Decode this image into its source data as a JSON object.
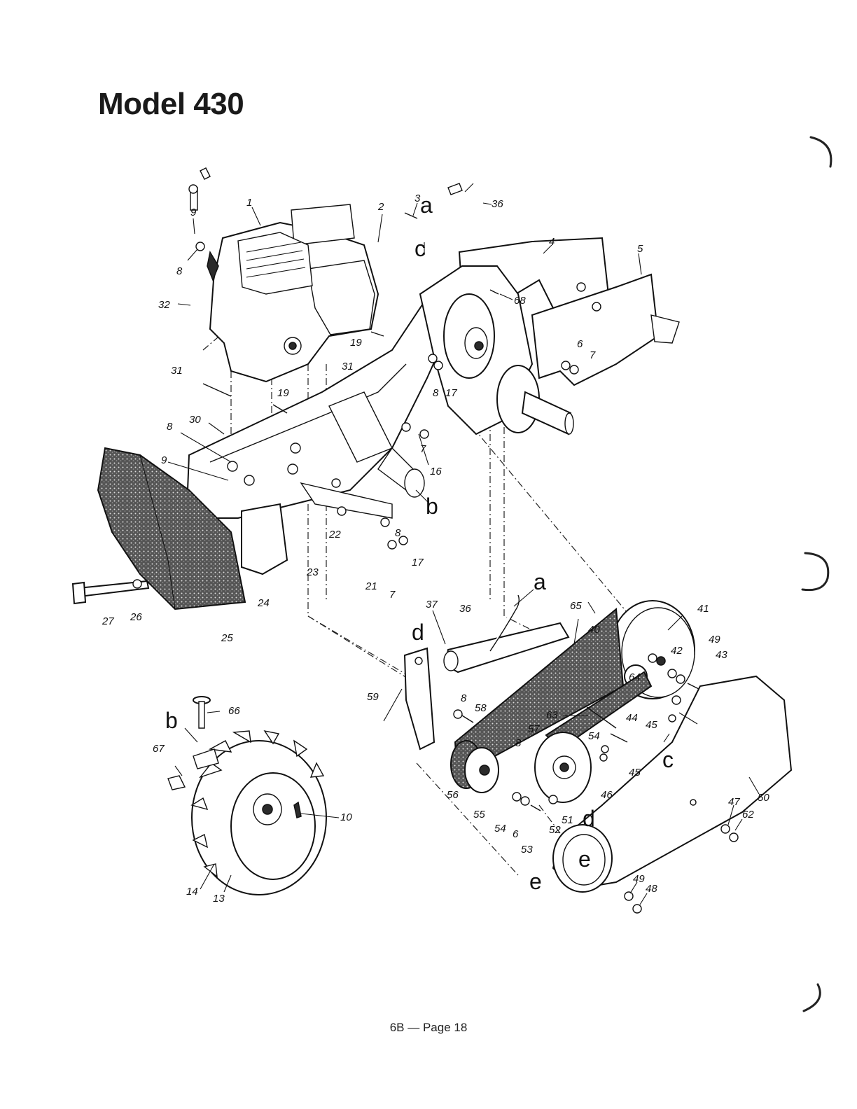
{
  "page": {
    "title": "Model 430",
    "footer": "6B — Page 18"
  },
  "callouts": [
    {
      "id": "1",
      "text": "1"
    },
    {
      "id": "2",
      "text": "2"
    },
    {
      "id": "3",
      "text": "3"
    },
    {
      "id": "4",
      "text": "4"
    },
    {
      "id": "5",
      "text": "5"
    },
    {
      "id": "6a",
      "text": "6"
    },
    {
      "id": "6b",
      "text": "6"
    },
    {
      "id": "7a",
      "text": "7"
    },
    {
      "id": "7b",
      "text": "7"
    },
    {
      "id": "7c",
      "text": "7"
    },
    {
      "id": "8a",
      "text": "8"
    },
    {
      "id": "8b",
      "text": "8"
    },
    {
      "id": "8c",
      "text": "8"
    },
    {
      "id": "8d",
      "text": "8"
    },
    {
      "id": "8e",
      "text": "8"
    },
    {
      "id": "8f",
      "text": "8"
    },
    {
      "id": "9a",
      "text": "9"
    },
    {
      "id": "9b",
      "text": "9"
    },
    {
      "id": "10",
      "text": "10"
    },
    {
      "id": "13",
      "text": "13"
    },
    {
      "id": "14",
      "text": "14"
    },
    {
      "id": "16",
      "text": "16"
    },
    {
      "id": "17a",
      "text": "17"
    },
    {
      "id": "17b",
      "text": "17"
    },
    {
      "id": "19a",
      "text": "19"
    },
    {
      "id": "19b",
      "text": "19"
    },
    {
      "id": "21",
      "text": "21"
    },
    {
      "id": "22",
      "text": "22"
    },
    {
      "id": "23",
      "text": "23"
    },
    {
      "id": "24",
      "text": "24"
    },
    {
      "id": "25",
      "text": "25"
    },
    {
      "id": "26",
      "text": "26"
    },
    {
      "id": "27",
      "text": "27"
    },
    {
      "id": "30",
      "text": "30"
    },
    {
      "id": "31a",
      "text": "31"
    },
    {
      "id": "31b",
      "text": "31"
    },
    {
      "id": "32",
      "text": "32"
    },
    {
      "id": "36a",
      "text": "36"
    },
    {
      "id": "36b",
      "text": "36"
    },
    {
      "id": "37",
      "text": "37"
    },
    {
      "id": "40",
      "text": "40"
    },
    {
      "id": "41",
      "text": "41"
    },
    {
      "id": "42",
      "text": "42"
    },
    {
      "id": "43",
      "text": "43"
    },
    {
      "id": "44",
      "text": "44"
    },
    {
      "id": "45a",
      "text": "45"
    },
    {
      "id": "45b",
      "text": "45"
    },
    {
      "id": "46",
      "text": "46"
    },
    {
      "id": "47",
      "text": "47"
    },
    {
      "id": "48",
      "text": "48"
    },
    {
      "id": "49a",
      "text": "49"
    },
    {
      "id": "49b",
      "text": "49"
    },
    {
      "id": "50",
      "text": "50"
    },
    {
      "id": "51",
      "text": "51"
    },
    {
      "id": "52",
      "text": "52"
    },
    {
      "id": "53",
      "text": "53"
    },
    {
      "id": "54a",
      "text": "54"
    },
    {
      "id": "54b",
      "text": "54"
    },
    {
      "id": "55",
      "text": "55"
    },
    {
      "id": "56",
      "text": "56"
    },
    {
      "id": "57",
      "text": "57"
    },
    {
      "id": "58",
      "text": "58"
    },
    {
      "id": "59",
      "text": "59"
    },
    {
      "id": "62",
      "text": "62"
    },
    {
      "id": "63",
      "text": "63"
    },
    {
      "id": "64",
      "text": "64"
    },
    {
      "id": "65",
      "text": "65"
    },
    {
      "id": "66",
      "text": "66"
    },
    {
      "id": "67",
      "text": "67"
    },
    {
      "id": "68",
      "text": "68"
    }
  ],
  "connectors": [
    {
      "id": "a1",
      "text": "a"
    },
    {
      "id": "a2",
      "text": "a"
    },
    {
      "id": "b1",
      "text": "b"
    },
    {
      "id": "b2",
      "text": "b"
    },
    {
      "id": "c1",
      "text": "c"
    },
    {
      "id": "c2",
      "text": "c"
    },
    {
      "id": "d1",
      "text": "d"
    },
    {
      "id": "d2",
      "text": "d"
    },
    {
      "id": "e1",
      "text": "e"
    },
    {
      "id": "e2",
      "text": "e"
    }
  ]
}
